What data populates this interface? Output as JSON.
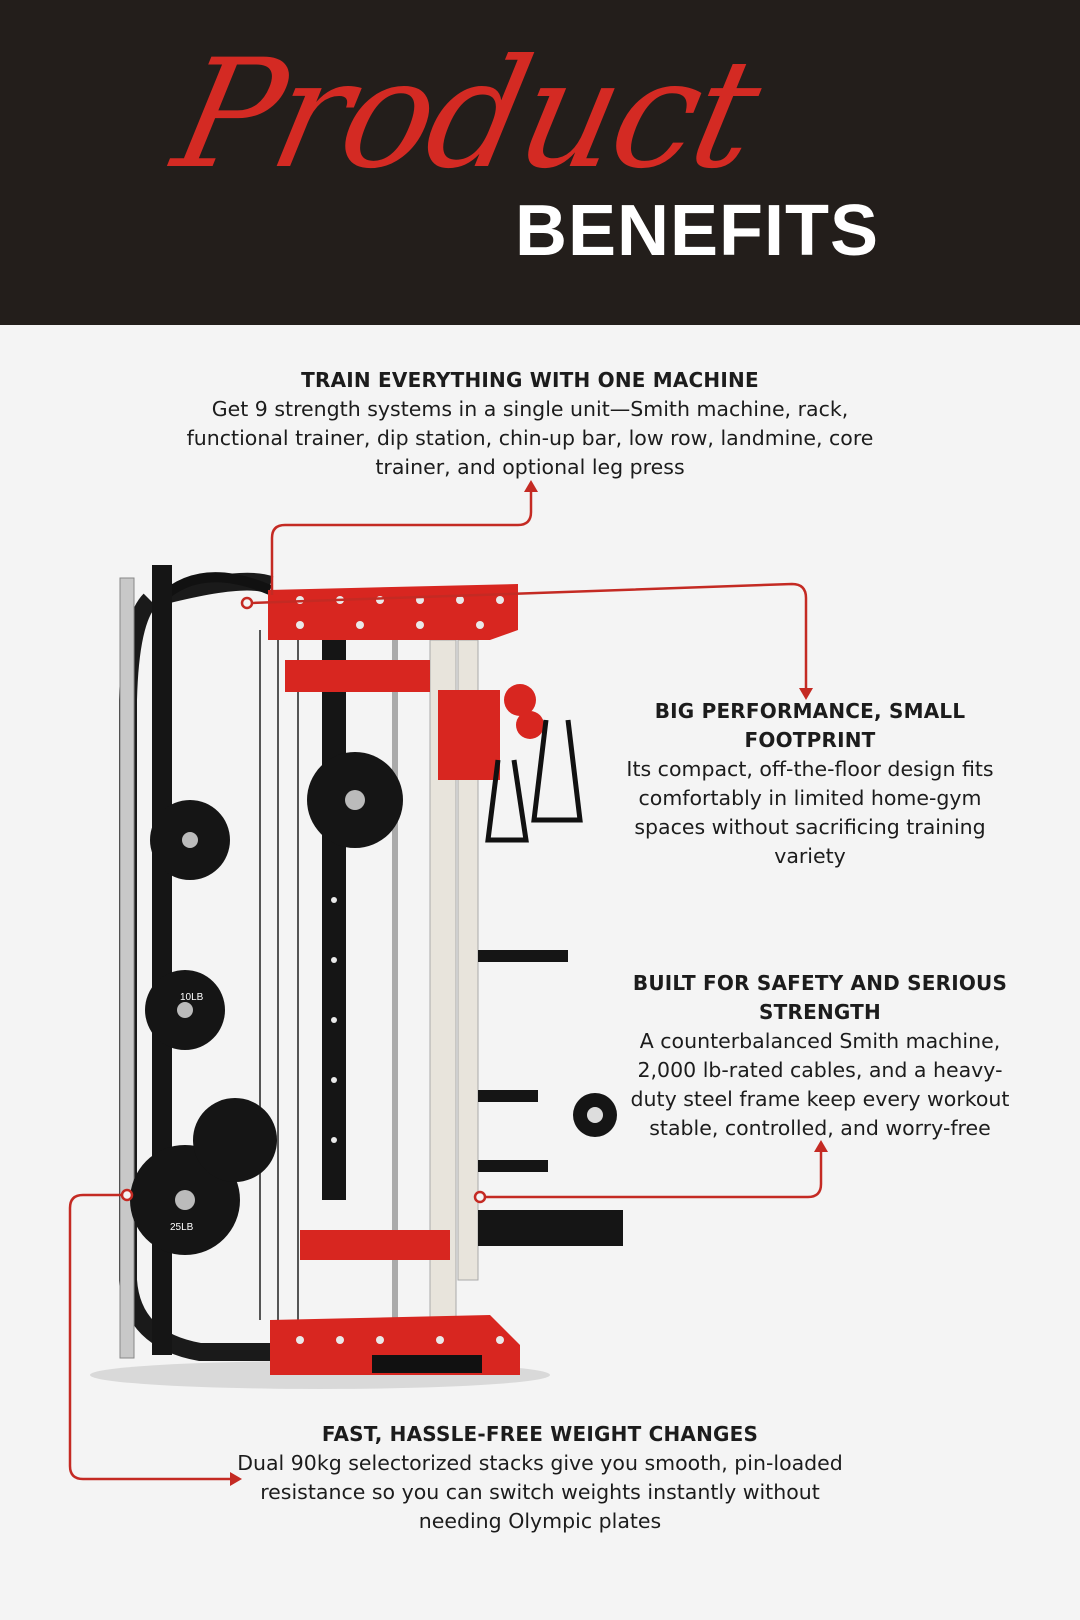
{
  "header": {
    "script_title": "Product",
    "main_title": "BENEFITS"
  },
  "colors": {
    "header_bg": "#231e1b",
    "accent_red": "#d42a23",
    "page_bg": "#f4f4f4"
  },
  "benefits": [
    {
      "title": "TRAIN EVERYTHING WITH ONE MACHINE",
      "text": "Get 9 strength systems in a single unit—Smith machine, rack, functional trainer, dip station, chin-up bar, low row, landmine, core trainer, and optional leg press"
    },
    {
      "title": "BIG PERFORMANCE, SMALL FOOTPRINT",
      "text": "Its compact, off-the-floor design fits comfortably in limited home-gym spaces without sacrificing training variety"
    },
    {
      "title": "BUILT FOR SAFETY AND SERIOUS STRENGTH",
      "text": "A counterbalanced Smith machine, 2,000 lb-rated cables, and a heavy-duty steel frame keep every workout stable, controlled, and worry-free"
    },
    {
      "title": "FAST, HASSLE-FREE WEIGHT CHANGES",
      "text": "Dual 90kg selectorized stacks give you smooth, pin-loaded resistance so you can switch weights instantly without needing Olympic plates"
    }
  ],
  "product_image": {
    "plate_label_1": "10LB",
    "plate_label_2": "25LB"
  }
}
